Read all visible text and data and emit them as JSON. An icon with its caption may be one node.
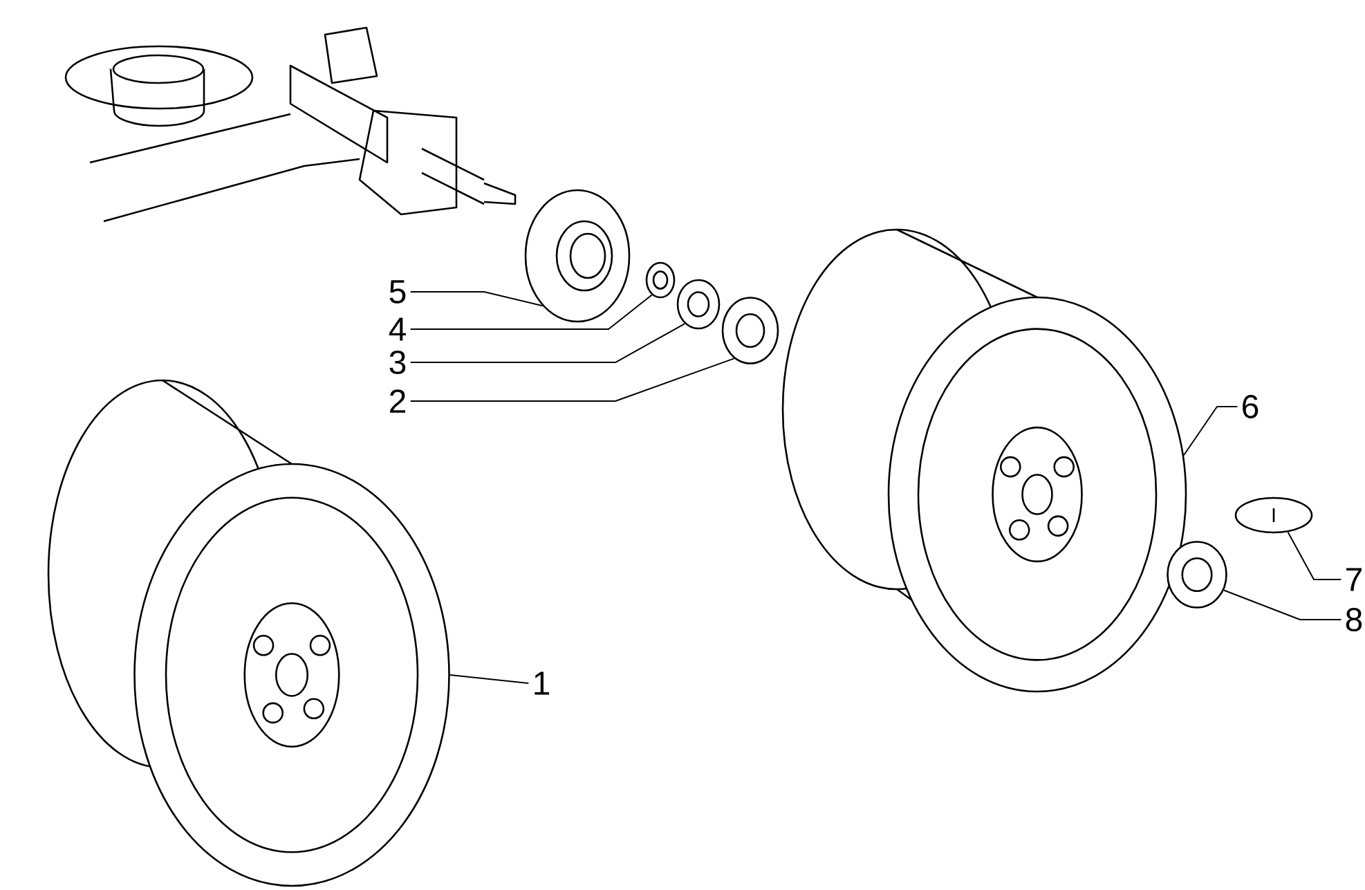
{
  "diagram": {
    "nodes": [
      {
        "text": [
          "5"
        ]
      },
      {
        "text": [
          "4"
        ]
      },
      {
        "text": [
          "3"
        ]
      },
      {
        "text": [
          "2"
        ]
      },
      {
        "text": [
          "6"
        ]
      },
      {
        "text": [
          "7"
        ]
      },
      {
        "text": [
          "8"
        ]
      },
      {
        "text": [
          "1"
        ]
      },
      {
        "text": [],
        "shape": "picture"
      },
      {
        "text": [],
        "shape": "picture"
      },
      {
        "text": [],
        "shape": "picture"
      },
      {
        "text": [],
        "shape": "picture"
      },
      {
        "text": [],
        "shape": "picture"
      },
      {
        "text": [],
        "shape": "picture"
      },
      {
        "text": [],
        "shape": "picture"
      },
      {
        "text": [],
        "shape": "picture"
      }
    ],
    "edges": [
      {
        "from": 0,
        "to": 8,
        "arrow": "none"
      },
      {
        "from": 1,
        "to": 9,
        "arrow": "none"
      },
      {
        "from": 2,
        "to": 10,
        "arrow": "none"
      },
      {
        "from": 3,
        "to": 11,
        "arrow": "none"
      },
      {
        "from": 4,
        "to": 12,
        "arrow": "none"
      },
      {
        "from": 5,
        "to": 13,
        "arrow": "none"
      },
      {
        "from": 6,
        "to": 14,
        "arrow": "none"
      },
      {
        "from": 7,
        "to": 15,
        "arrow": "none"
      }
    ]
  }
}
